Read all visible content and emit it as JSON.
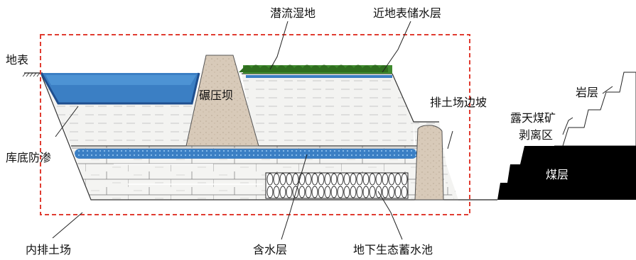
{
  "labels": {
    "ground_surface": "地表",
    "latent_wetland": "潜流湿地",
    "near_surface_storage": "近地表储水层",
    "rolled_dam": "碾压坝",
    "dump_slope": "排土场边坡",
    "rock_layer": "岩层",
    "strip_zone_line1": "露天煤矿",
    "strip_zone_line2": "剥离区",
    "coal_seam": "煤层",
    "bottom_seepage": "库底防渗",
    "aquifer": "含水层",
    "inner_dump": "内排土场",
    "underground_reservoir": "地下生态蓄水池"
  },
  "colors": {
    "water_blue": "#3b7fc4",
    "water_light": "#5aa0e0",
    "dam_fill": "#d9cbbd",
    "coal_black": "#000000",
    "boundary_red": "#e03c31",
    "vegetation_green": "#3f8a2e"
  }
}
